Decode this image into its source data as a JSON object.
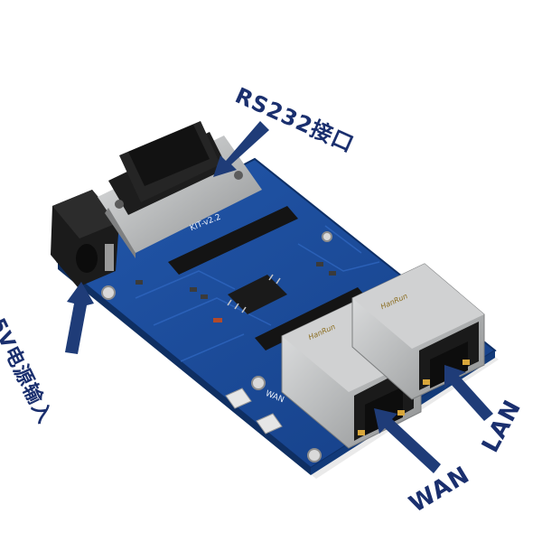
{
  "labels": {
    "rs232": "RS232接口",
    "power": "5V电源输入",
    "wan": "WAN",
    "lan": "LAN"
  },
  "silkscreen": {
    "board_version": "KIT-v2.2",
    "wan_mark": "WAN"
  },
  "jack_brand": "HanRun",
  "colors": {
    "pcb": "#1b4a9a",
    "arrow": "#1f3c78",
    "connector_metal": "#c9cbcc",
    "serial_body": "#1d1d1d",
    "jack_body": "#b3b4b5"
  },
  "icons": [
    "arrow-icon"
  ]
}
